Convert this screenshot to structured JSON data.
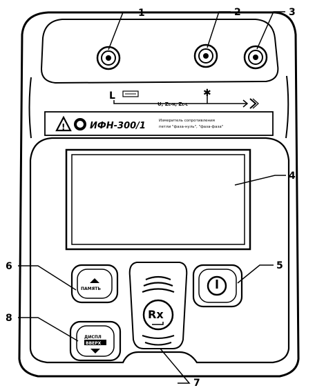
{
  "callouts": [
    "1",
    "2",
    "3",
    "4",
    "5",
    "6",
    "7",
    "8"
  ],
  "panel": {
    "l_mark": "L",
    "u_label": "U, Z",
    "u_sub": "L-N",
    "z_label": ", Z",
    "z_sub": "L-L",
    "model": "ИФН-300/1",
    "description_line1": "Измеритель сопротивления",
    "description_line2": "петли \"фаза-нуль\", \"фаза-фаза\""
  },
  "buttons": {
    "memory": "ПАМЯТЬ",
    "display_line1": "ДИСПЛ",
    "display_line2": "ВВЕРХ",
    "measure": "Rx"
  }
}
